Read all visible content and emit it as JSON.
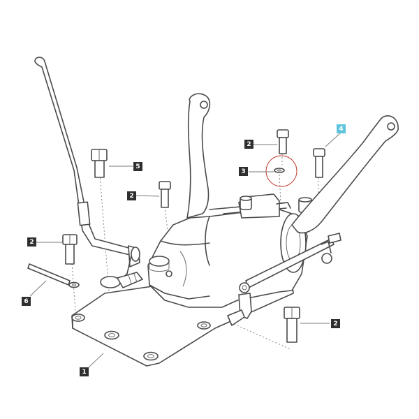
{
  "diagram": {
    "callouts": [
      {
        "id": "c1",
        "label": "1"
      },
      {
        "id": "c2a",
        "label": "2"
      },
      {
        "id": "c2b",
        "label": "2"
      },
      {
        "id": "c2c",
        "label": "2"
      },
      {
        "id": "c2d",
        "label": "2"
      },
      {
        "id": "c3",
        "label": "3"
      },
      {
        "id": "c4",
        "label": "4"
      },
      {
        "id": "c5",
        "label": "5"
      },
      {
        "id": "c6",
        "label": "6"
      }
    ],
    "highlighted_callout": "4",
    "colors": {
      "line": "#4a4a4a",
      "callout_bg": "#2f2f2f",
      "highlight": "#5fc4dc",
      "highlight_ring": "#c0392b"
    }
  }
}
